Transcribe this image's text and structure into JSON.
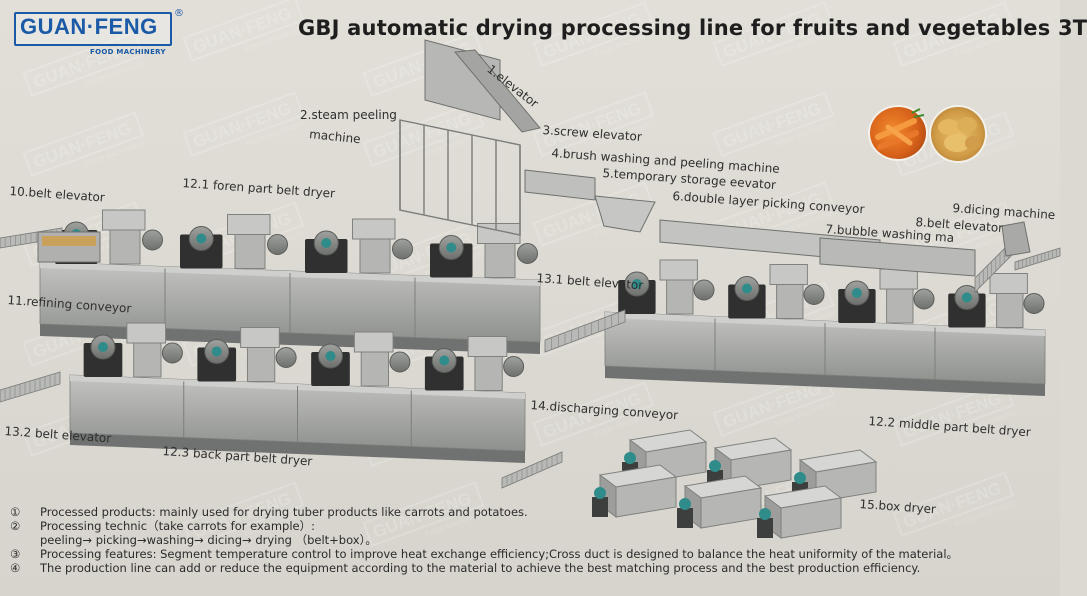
{
  "brand": {
    "name": "GUAN·FENG",
    "registered": "®",
    "subtitle": "FOOD MACHINERY"
  },
  "title": "GBJ automatic drying processing line for fruits and vegetables 3T",
  "machines": [
    {
      "id": "m1",
      "label": "1.elevator"
    },
    {
      "id": "m2a",
      "label": "2.steam peeling"
    },
    {
      "id": "m2b",
      "label": "machine"
    },
    {
      "id": "m3",
      "label": "3.screw elevator"
    },
    {
      "id": "m4",
      "label": "4.brush washing and peeling machine"
    },
    {
      "id": "m5",
      "label": "5.temporary storage eevator"
    },
    {
      "id": "m6",
      "label": "6.double layer picking conveyor"
    },
    {
      "id": "m7",
      "label": "7.bubble washing ma"
    },
    {
      "id": "m8",
      "label": "8.belt elevator"
    },
    {
      "id": "m9",
      "label": "9.dicing machine"
    },
    {
      "id": "m10",
      "label": "10.belt elevator"
    },
    {
      "id": "m11",
      "label": "11.refining conveyor"
    },
    {
      "id": "m121",
      "label": "12.1 foren part belt dryer"
    },
    {
      "id": "m122",
      "label": "12.2 middle part belt dryer"
    },
    {
      "id": "m123",
      "label": "12.3 back part belt dryer"
    },
    {
      "id": "m131",
      "label": "13.1 belt elevator"
    },
    {
      "id": "m132",
      "label": "13.2 belt elevator"
    },
    {
      "id": "m14",
      "label": "14.discharging conveyor"
    },
    {
      "id": "m15",
      "label": "15.box dryer"
    }
  ],
  "notes": [
    {
      "num": "①",
      "text": "Processed products:   mainly used for drying tuber products like carrots and potatoes."
    },
    {
      "num": "②",
      "text": "Processing technic（take carrots for example）:"
    },
    {
      "num": "",
      "text": "peeling→ picking→washing→ dicing→ drying （belt+box）。"
    },
    {
      "num": "③",
      "text": "Processing features:   Segment temperature control to improve heat exchange efficiency;Cross duct is designed to balance the heat uniformity of the material。"
    },
    {
      "num": "④",
      "text": "The production line can add or reduce the equipment according to the material to achieve the best matching process and the best production efficiency."
    }
  ],
  "watermark": {
    "text": "GUAN·FENG",
    "sub": "FOOD MACHINERY"
  },
  "colors": {
    "brand": "#1a5aa6",
    "background": "#dcd9d2",
    "steel": "#a9aaa8",
    "steel_dark": "#6f7270",
    "motor": "#2f8c8a",
    "carrot": "#e2701c",
    "potato": "#d9a552"
  },
  "icons": {
    "carrots": "carrots-photo",
    "potatoes": "potatoes-photo"
  }
}
